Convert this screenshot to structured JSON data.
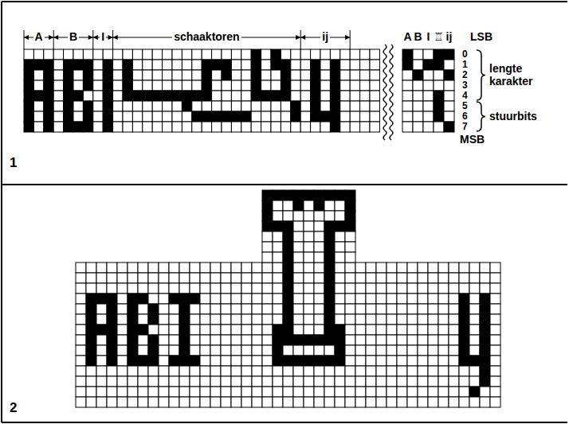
{
  "diagram": {
    "labels": [
      "A",
      "B",
      "I",
      "schaaktoren",
      "ij",
      "A",
      "B",
      "I",
      "♖",
      "ij",
      "LSB",
      "0",
      "1",
      "2",
      "3",
      "4",
      "5",
      "6",
      "7",
      "MSB",
      "lengte karakter",
      "stuurbits",
      "1",
      "2"
    ]
  }
}
